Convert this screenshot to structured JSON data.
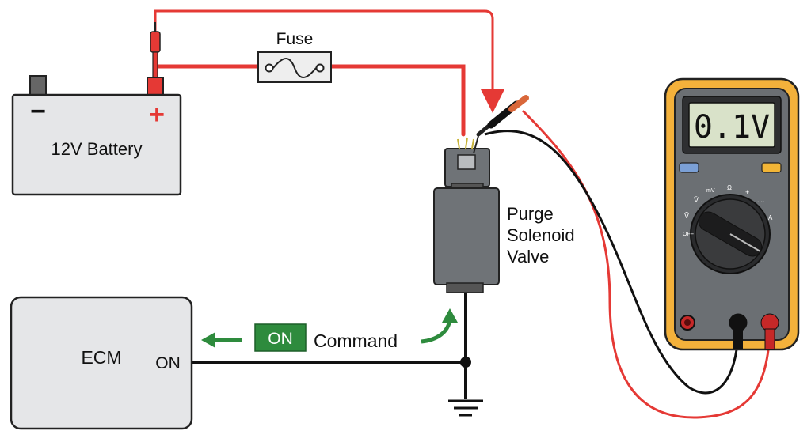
{
  "battery": {
    "label": "12V Battery",
    "negative_symbol": "−",
    "positive_symbol": "+"
  },
  "fuse": {
    "label": "Fuse"
  },
  "valve": {
    "label_line1": "Purge",
    "label_line2": "Solenoid",
    "label_line3": "Valve"
  },
  "ecm": {
    "label": "ECM",
    "output_label": "ON"
  },
  "command": {
    "badge": "ON",
    "label": "Command"
  },
  "multimeter": {
    "display": "0.1V",
    "dial_labels": [
      "OFF",
      "Ṽ",
      "V̄",
      "mV",
      "Ω",
      "+",
      "····",
      "A"
    ]
  },
  "colors": {
    "wire_red": "#e53935",
    "wire_black": "#111111",
    "command_green": "#2e8b3d",
    "meter_case_orange": "#f3b13b",
    "meter_body_gray": "#6b6f73",
    "lcd_green": "#d9e2c9"
  },
  "icons": [
    "battery-icon",
    "fuse-icon",
    "solenoid-valve-icon",
    "ground-symbol-icon",
    "multimeter-icon",
    "probe-icon",
    "arrow-icon"
  ]
}
